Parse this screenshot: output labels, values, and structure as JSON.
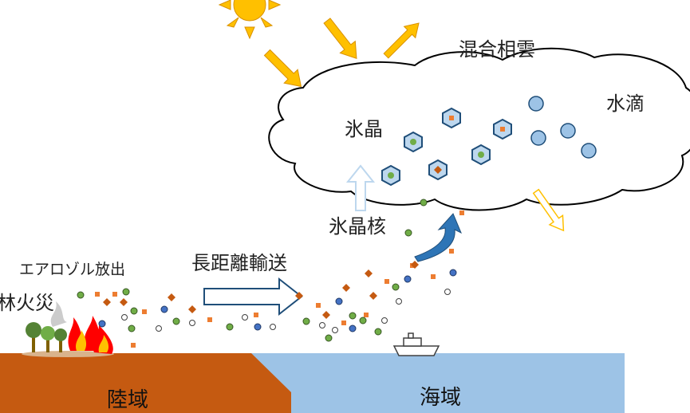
{
  "labels": {
    "mixed_cloud": "混合相雲",
    "ice_crystal": "氷晶",
    "water_droplet": "水滴",
    "ice_nucleus": "氷晶核",
    "aerosol_emission": "エアロゾル放出",
    "forest_fire": "林火災",
    "long_range_transport": "長距離輸送",
    "land": "陸域",
    "ocean": "海域"
  },
  "colors": {
    "land": "#c55a11",
    "ocean": "#9dc3e6",
    "sun": "#ffc000",
    "sunray_arrow": "#ffc000",
    "cloud_outline": "#000000",
    "ice_hex_fill": "#bdd7ee",
    "ice_hex_stroke": "#1f4e79",
    "droplet_fill": "#9dc3e6",
    "droplet_stroke": "#1f4e79",
    "aerosol_dust": "#ed7d31",
    "aerosol_diamond": "#c55a11",
    "aerosol_green": "#70ad47",
    "aerosol_blue": "#4472c4",
    "aerosol_white": "#ffffff",
    "transport_arrow_fill": "#ffffff",
    "transport_arrow_stroke": "#1f4e79",
    "updraft_arrow": "#2e75b6"
  },
  "icons": [
    "sun-icon",
    "ship-icon",
    "wildfire-icon",
    "tree-icon"
  ]
}
